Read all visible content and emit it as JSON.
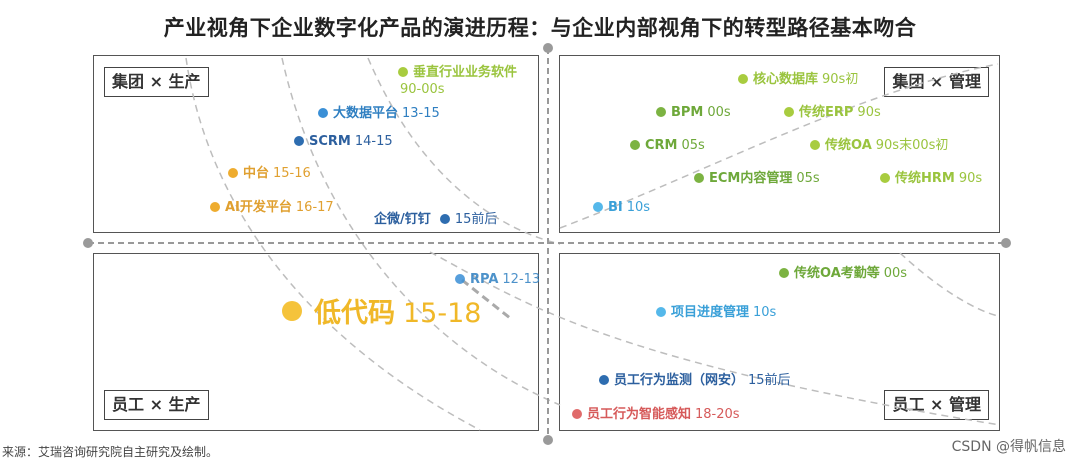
{
  "title": "产业视角下企业数字化产品的演进历程：与企业内部视角下的转型路径基本吻合",
  "quadrants": {
    "top_left": "集团 × 生产",
    "top_right": "集团 × 管理",
    "bottom_left": "员工 × 生产",
    "bottom_right": "员工 × 管理"
  },
  "items": {
    "vertical": {
      "name": "垂直行业业务软件",
      "period": "90-00s"
    },
    "bigdata": {
      "name": "大数据平台",
      "period": "13-15"
    },
    "scrm": {
      "name": "SCRM",
      "period": "14-15"
    },
    "zhongtai": {
      "name": "中台",
      "period": "15-16"
    },
    "aidev": {
      "name": "AI开发平台",
      "period": "16-17"
    },
    "wework": {
      "name": "企微/钉钉",
      "period": "15前后"
    },
    "coredb": {
      "name": "核心数据库",
      "period": "90s初"
    },
    "bpm": {
      "name": "BPM",
      "period": "00s"
    },
    "erp": {
      "name": "传统ERP",
      "period": "90s"
    },
    "crm": {
      "name": "CRM",
      "period": "05s"
    },
    "oa": {
      "name": "传统OA",
      "period": "90s末00s初"
    },
    "ecm": {
      "name": "ECM内容管理",
      "period": "05s"
    },
    "hrm": {
      "name": "传统HRM",
      "period": "90s"
    },
    "bi": {
      "name": "BI",
      "period": "10s"
    },
    "rpa": {
      "name": "RPA",
      "period": "12-13"
    },
    "lowcode": {
      "name": "低代码",
      "period": "15-18"
    },
    "oacheck": {
      "name": "传统OA考勤等",
      "period": "00s"
    },
    "project": {
      "name": "项目进度管理",
      "period": "10s"
    },
    "monitor": {
      "name": "员工行为监测（网安）",
      "period": "15前后"
    },
    "sense": {
      "name": "员工行为智能感知",
      "period": "18-20s"
    }
  },
  "source": "来源：艾瑞咨询研究院自主研究及绘制。",
  "watermark": "CSDN @得帆信息"
}
